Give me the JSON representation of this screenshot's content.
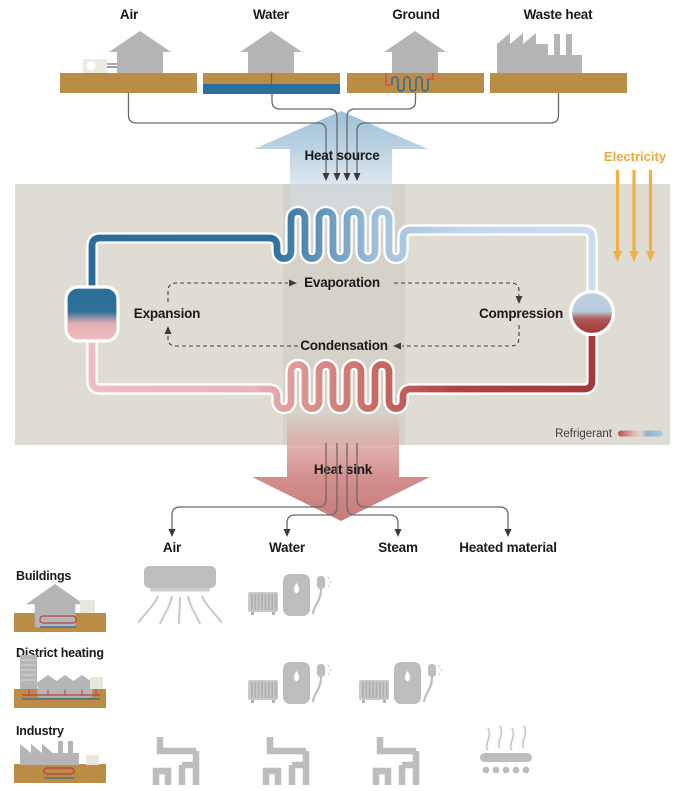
{
  "sources": {
    "labels": [
      "Air",
      "Water",
      "Ground",
      "Waste heat"
    ]
  },
  "flows": {
    "heat_source": "Heat source",
    "heat_sink": "Heat sink",
    "electricity": "Electricity"
  },
  "cycle": {
    "evaporation": "Evaporation",
    "compression": "Compression",
    "condensation": "Condensation",
    "expansion": "Expansion",
    "refrigerant_label": "Refrigerant"
  },
  "sinks": {
    "columns": [
      "Air",
      "Water",
      "Steam",
      "Heated material"
    ],
    "rows": [
      "Buildings",
      "District heating",
      "Industry"
    ]
  },
  "colors": {
    "ground_tan": "#bb8c45",
    "building_gray": "#b5b5b6",
    "icon_gray": "#bdbdbd",
    "box_beige": "#dfdcd4",
    "refrigerant_cold": "#2c6c9a",
    "refrigerant_cold_light": "#c3d8e9",
    "refrigerant_hot": "#a33a3c",
    "refrigerant_hot_light": "#efbcbe",
    "electricity_yellow": "#f0b042",
    "line_gray": "#6a6a6a"
  }
}
